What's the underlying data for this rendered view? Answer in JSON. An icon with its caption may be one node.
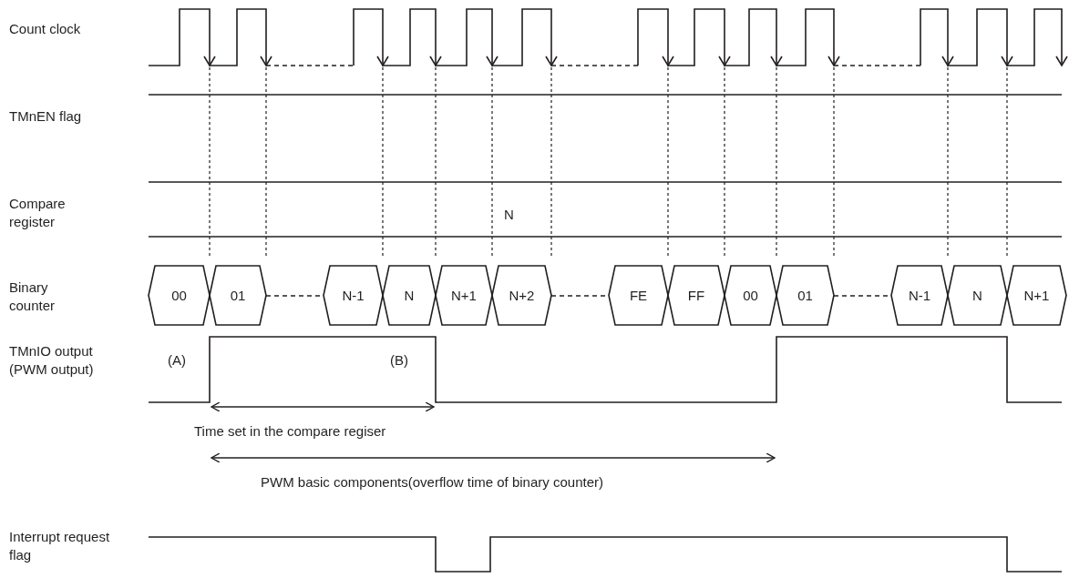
{
  "diagram": {
    "nodes": [
      {
        "text": [
          "00"
        ]
      },
      {
        "text": [
          "01"
        ]
      },
      {
        "text": [
          "N-1"
        ]
      },
      {
        "text": [
          "N"
        ]
      },
      {
        "text": [
          "N+1"
        ]
      },
      {
        "text": [
          "N+2"
        ]
      },
      {
        "text": [
          "FE"
        ]
      },
      {
        "text": [
          "FF"
        ]
      },
      {
        "text": [
          "00"
        ]
      },
      {
        "text": [
          "01"
        ]
      },
      {
        "text": [
          "N-1"
        ]
      },
      {
        "text": [
          "N"
        ]
      },
      {
        "text": [
          "N+1"
        ]
      }
    ],
    "edges": [
      {
        "from": 1,
        "to": 2,
        "arrow": "none",
        "style": "dashed"
      },
      {
        "from": 5,
        "to": 6,
        "arrow": "none",
        "style": "dashed"
      },
      {
        "from": 9,
        "to": 10,
        "arrow": "none",
        "style": "dashed"
      }
    ],
    "labels": [
      "Count clock",
      "TMnEN flag",
      "Compare register",
      "N",
      "Binary counter",
      "TMnIO output (PWM output)",
      "(A)",
      "(B)",
      "Time set in the compare regiser",
      "PWM basic components(overflow time of binary counter)",
      "Interrupt request flag"
    ]
  }
}
